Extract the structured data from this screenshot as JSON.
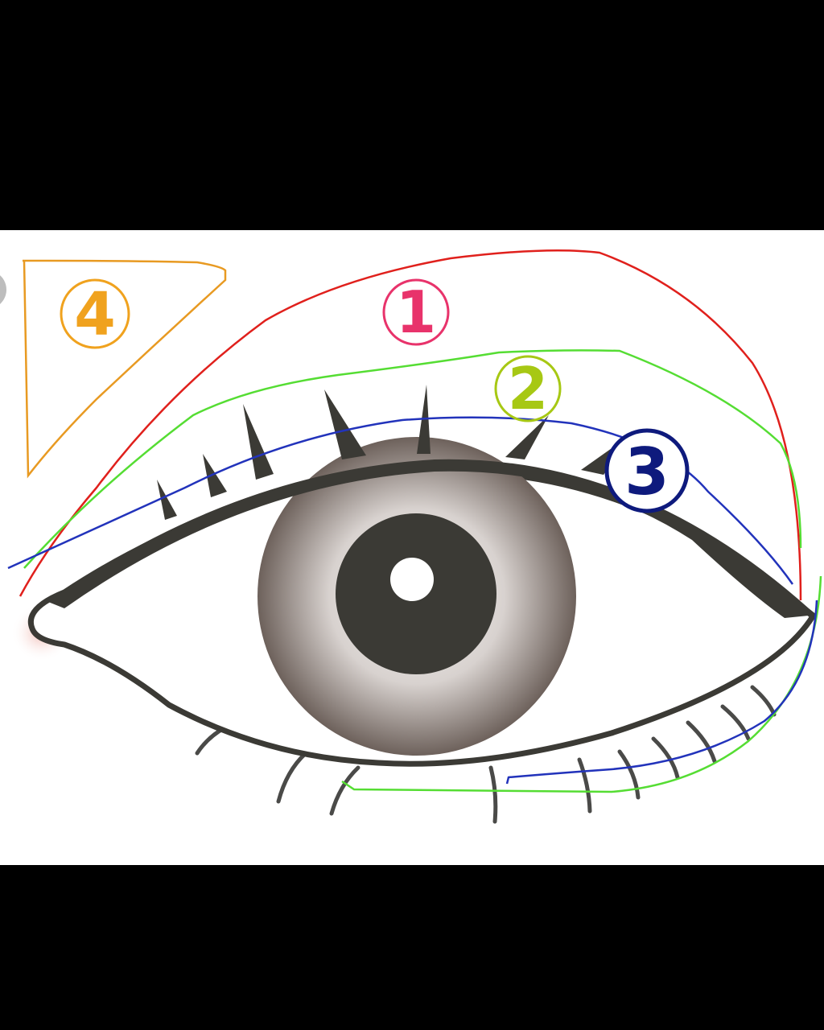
{
  "diagram": {
    "zones": [
      {
        "id": "zone-1",
        "label": "1",
        "color": "#e8336b",
        "stroke": "#e0201c"
      },
      {
        "id": "zone-2",
        "label": "2",
        "color": "#a7c814",
        "stroke": "#55dd33"
      },
      {
        "id": "zone-3",
        "label": "3",
        "color": "#0e1a7d",
        "stroke": "#2233bb"
      },
      {
        "id": "zone-4",
        "label": "4",
        "color": "#f0a21e",
        "stroke": "#e89a22"
      }
    ],
    "colors": {
      "eye_outline": "#3b3a35",
      "iris_outer": "#6e635e",
      "iris_inner": "#f2f0ef",
      "pupil": "#3b3a35",
      "highlight": "#ffffff",
      "tear_duct": "#f3c9c3"
    }
  }
}
